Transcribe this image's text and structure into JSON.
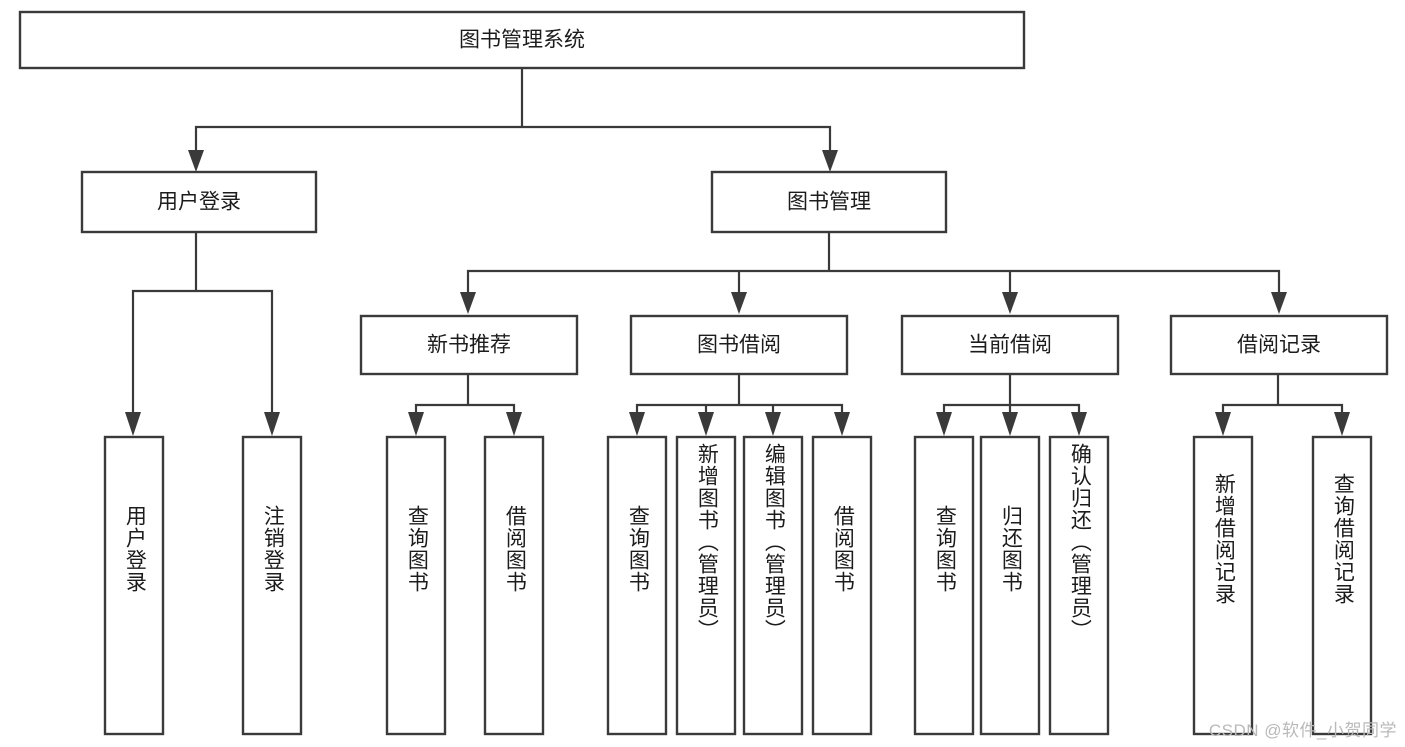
{
  "diagram": {
    "type": "tree",
    "title": "图书管理系统",
    "watermark": "CSDN @软件_小贺同学",
    "colors": {
      "box_stroke": "#3a3a3a",
      "box_fill": "#ffffff",
      "connector": "#3a3a3a",
      "text": "#1c1c1c",
      "watermark": "#b9b9b9",
      "background": "#ffffff"
    },
    "root": {
      "label": "图书管理系统"
    },
    "level2": [
      {
        "label": "用户登录"
      },
      {
        "label": "图书管理"
      }
    ],
    "level3": [
      {
        "label": "新书推荐"
      },
      {
        "label": "图书借阅"
      },
      {
        "label": "当前借阅"
      },
      {
        "label": "借阅记录"
      }
    ],
    "leaves": {
      "user_login": [
        {
          "label": "用户登录"
        },
        {
          "label": "注销登录"
        }
      ],
      "new_book_recommend": [
        {
          "label": "查询图书"
        },
        {
          "label": "借阅图书"
        }
      ],
      "book_borrow": [
        {
          "label": "查询图书"
        },
        {
          "label": "新增图书（管理员）"
        },
        {
          "label": "编辑图书（管理员）"
        },
        {
          "label": "借阅图书"
        }
      ],
      "current_borrow": [
        {
          "label": "查询图书"
        },
        {
          "label": "归还图书"
        },
        {
          "label": "确认归还（管理员）"
        }
      ],
      "borrow_record": [
        {
          "label": "新增借阅记录"
        },
        {
          "label": "查询借阅记录"
        }
      ]
    }
  }
}
